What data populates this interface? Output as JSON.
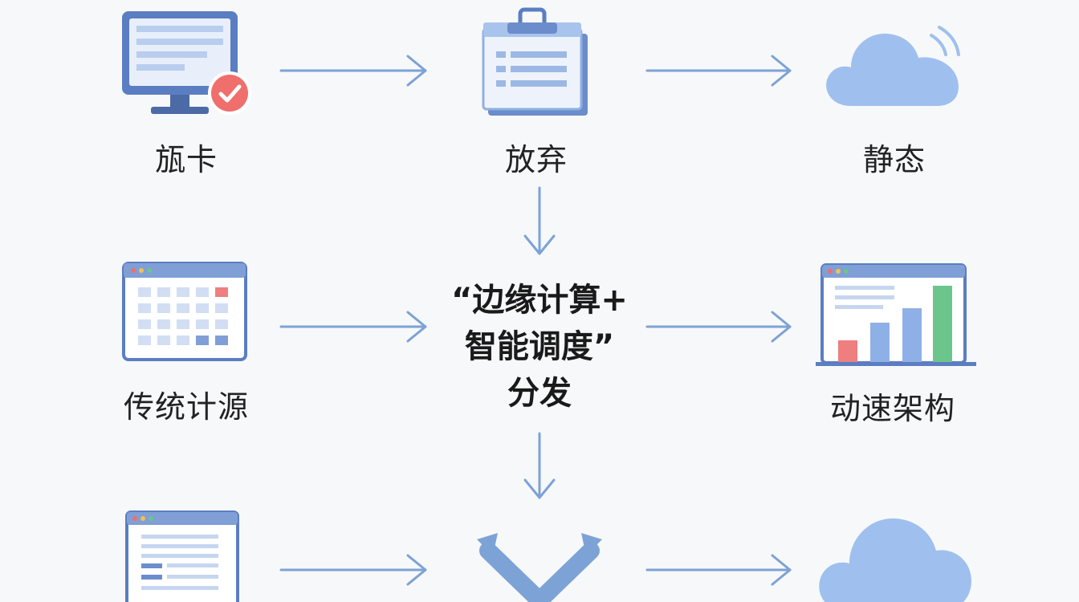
{
  "nodes": {
    "top_left": {
      "label": "瓬卡",
      "icon": "monitor-check-icon"
    },
    "top_center": {
      "label": "放弃",
      "icon": "clipboard-icon"
    },
    "top_right": {
      "label": "静态",
      "icon": "cloud-signal-icon"
    },
    "mid_left": {
      "label": "传统计源",
      "icon": "calendar-icon"
    },
    "mid_center": {
      "line1": "“边缘计算+",
      "line2": "智能调度”",
      "line3": "分发"
    },
    "mid_right": {
      "label": "动速架构",
      "icon": "bar-chart-window-icon"
    },
    "bottom_left": {
      "icon": "document-window-icon"
    },
    "bottom_center": {
      "icon": "chevron-down-icon"
    },
    "bottom_right": {
      "icon": "cloud-icon"
    }
  },
  "colors": {
    "arrow": "#7da2d6",
    "icon_blue": "#5b7ec2",
    "icon_light": "#cfdcf2",
    "cloud": "#9fc0ee",
    "check_red": "#ef6f6c",
    "bar_green": "#6cc58a",
    "bar_red": "#ef7e7e",
    "text": "#222222"
  }
}
